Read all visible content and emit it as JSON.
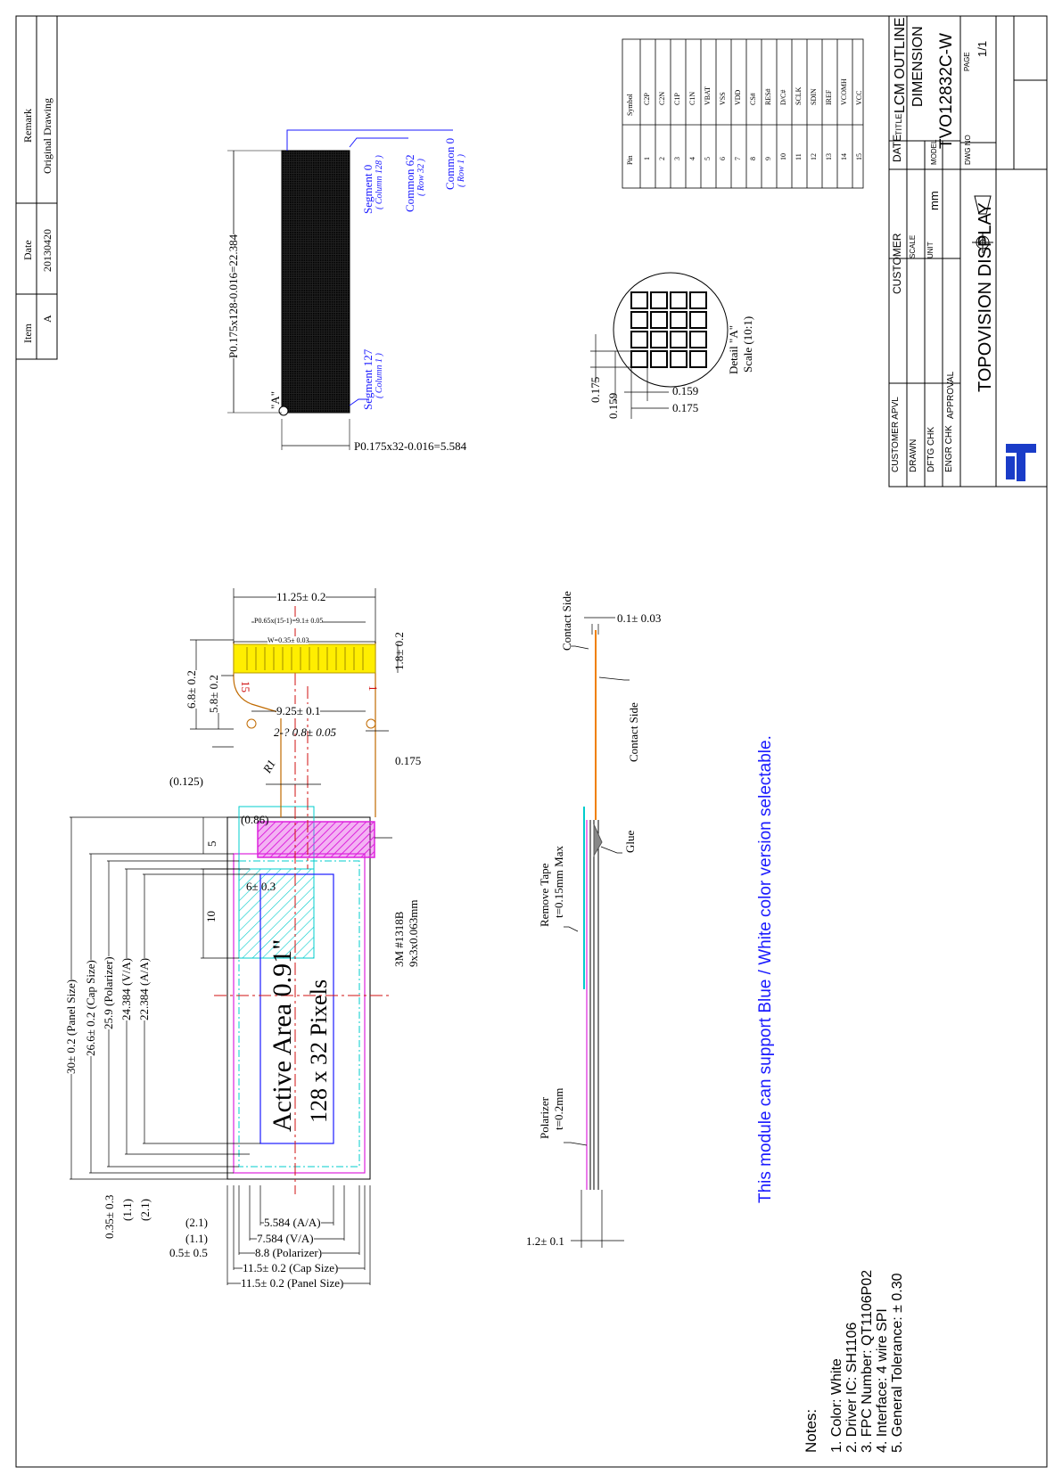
{
  "revision": {
    "headers": {
      "item": "Item",
      "date": "Date",
      "remark": "Remark"
    },
    "row": {
      "item": "A",
      "date": "20130420",
      "remark": "Original Drawing"
    }
  },
  "pins": {
    "header": {
      "pin": "Pin",
      "symbol": "Symbol"
    },
    "rows": [
      {
        "pin": "1",
        "symbol": "C2P"
      },
      {
        "pin": "2",
        "symbol": "C2N"
      },
      {
        "pin": "3",
        "symbol": "C1P"
      },
      {
        "pin": "4",
        "symbol": "C1N"
      },
      {
        "pin": "5",
        "symbol": "VBAT"
      },
      {
        "pin": "6",
        "symbol": "VSS"
      },
      {
        "pin": "7",
        "symbol": "VDD"
      },
      {
        "pin": "8",
        "symbol": "CS#"
      },
      {
        "pin": "9",
        "symbol": "RES#"
      },
      {
        "pin": "10",
        "symbol": "D/C#"
      },
      {
        "pin": "11",
        "symbol": "SCLK"
      },
      {
        "pin": "12",
        "symbol": "SDIN"
      },
      {
        "pin": "13",
        "symbol": "IREF"
      },
      {
        "pin": "14",
        "symbol": "VCOMH"
      },
      {
        "pin": "15",
        "symbol": "VCC"
      }
    ]
  },
  "title_block": {
    "customer_apvl": "CUSTOMER APVL",
    "customer": "CUSTOMER",
    "date": "DATE",
    "drawn": "DRAWN",
    "dftg_chk": "DFTG CHK",
    "engr_chk": "ENGR CHK",
    "approval": "APPROVAL",
    "scale": "SCALE",
    "unit": "UNIT",
    "unit_value": "mm",
    "title_label": "TITLE",
    "title_line1": "LCM OUTLINE",
    "title_line2": "DIMENSION",
    "model_label": "MODEL",
    "model": "TVO12832C-W",
    "dwg_no": "DWG NO",
    "page_label": "PAGE",
    "page": "1/1",
    "company": "TOPOVISION DISPLAY"
  },
  "pixel_view": {
    "dim_length": "P0.175x128-0.016=22.384",
    "dim_width": "P0.175x32-0.016=5.584",
    "marker": "\"A\"",
    "segment0": "Segment 0",
    "column128": "( Column 128 )",
    "common62": "Common 62",
    "row32": "( Row 32 )",
    "common0": "Common 0",
    "row1": "( Row 1 )",
    "segment127": "Segment 127",
    "column1": "( Column 1 )"
  },
  "detail": {
    "label": "Detail \"A\"",
    "scale": "Scale (10:1)",
    "d1": "0.175",
    "d2": "0.159",
    "d3": "0.159",
    "d4": "0.175"
  },
  "front_view": {
    "fpc_width": "11.25± 0.2",
    "pitch": "P0.65x(15-1)=9.1± 0.05",
    "w": "W=0.35± 0.03",
    "tail": "1.8± 0.2",
    "h68": "6.8± 0.2",
    "h58": "5.8± 0.2",
    "pin15": "15",
    "pin1": "1",
    "span925": "9.25± 0.1",
    "holes": "2-? 0.8± 0.05",
    "r1": "R1",
    "d0175": "0.175",
    "d0125": "(0.125)",
    "d086": "(0.86)",
    "d5": "5",
    "d6": "6± 0.3",
    "d10": "10",
    "tape1": "3M #1318B",
    "tape2": "9x3x0.063mm",
    "active1": "Active Area 0.91\"",
    "active2": "128 x 32 Pixels",
    "panel": "30± 0.2 (Panel Size)",
    "cap": "26.6± 0.2 (Cap Size)",
    "pol": "25.9 (Polarizer)",
    "va": "24.384 (V/A)",
    "aa": "22.384 (A/A)",
    "b035": "0.35± 0.3",
    "b11": "(1.1)",
    "b21": "(2.1)",
    "w21": "(2.1)",
    "w11": "(1.1)",
    "w05": "0.5± 0.5",
    "w_aa": "5.584 (A/A)",
    "w_va": "7.584 (V/A)",
    "w_pol": "8.8 (Polarizer)",
    "w_cap": "11.5± 0.2 (Cap Size)",
    "w_panel": "11.5± 0.2 (Panel Size)"
  },
  "side_view": {
    "contact1": "Contact Side",
    "contact2": "Contact Side",
    "thk": "0.1± 0.03",
    "tape1": "Remove Tape",
    "tape2": "t=0.15mm Max",
    "glue": "Glue",
    "pol1": "Polarizer",
    "pol2": "t=0.2mm",
    "total": "1.2± 0.1"
  },
  "support_note": "This module can support Blue / White color version selectable.",
  "notes": {
    "heading": "Notes:",
    "items": [
      "1. Color: White",
      "2. Driver IC: SH1106",
      "3. FPC Number: QT1106P02",
      "4. Interface: 4  wire  SPI",
      "5. General Tolerance: ± 0.30"
    ]
  },
  "colors": {
    "blue": "#1a1aff",
    "fpc_yellow": "#ffee00",
    "magenta": "#dd22dd",
    "cyan": "#00cccc",
    "red": "#d01010",
    "fpc_orange": "#f08000"
  }
}
